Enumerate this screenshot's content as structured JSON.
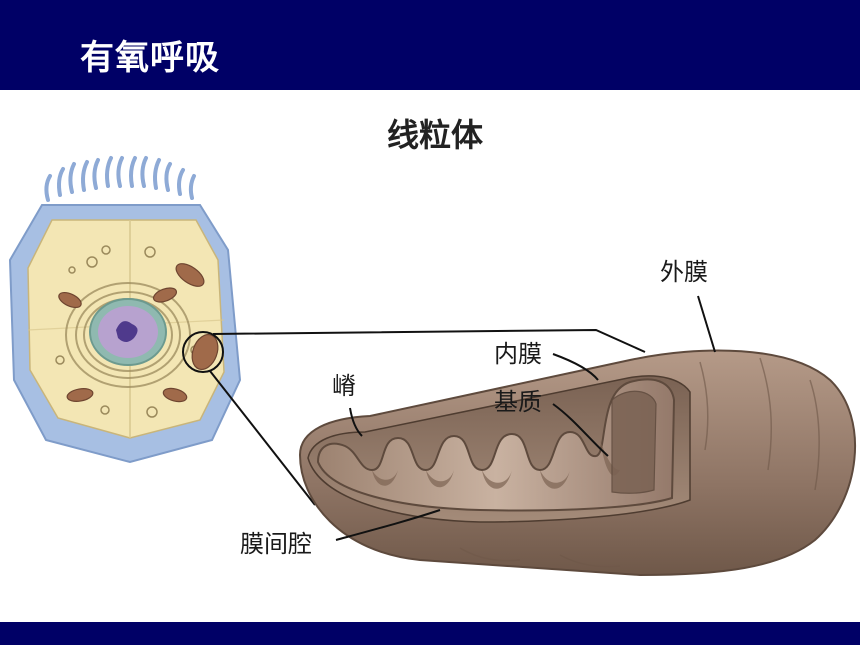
{
  "header": {
    "title": "有氧呼吸"
  },
  "diagram": {
    "title": "线粒体",
    "labels": {
      "outer_membrane": "外膜",
      "inner_membrane": "内膜",
      "matrix": "基质",
      "crista": "嵴",
      "intermembrane_space": "膜间腔"
    }
  },
  "colors": {
    "bar": "#000066",
    "cell_membrane": "#a7bfe3",
    "cytoplasm": "#f3e6b4",
    "nucleus": "#b7a2cf",
    "mito_outer": "#8f7766",
    "mito_inner": "#b79d8a"
  }
}
